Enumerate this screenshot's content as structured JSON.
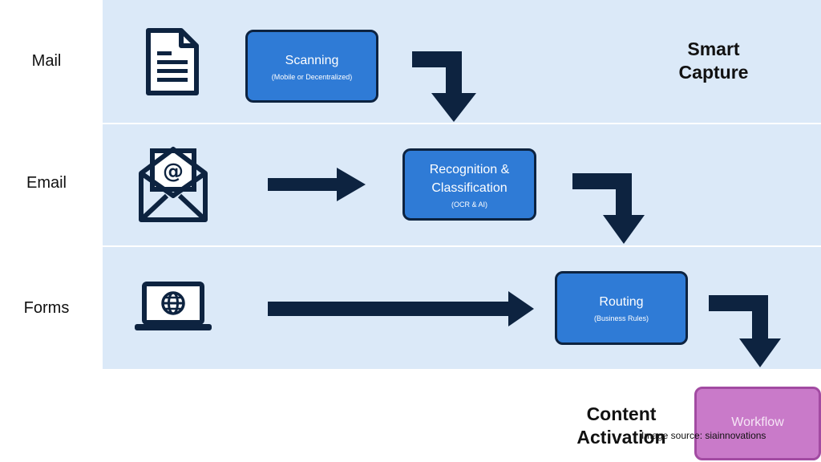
{
  "rows": {
    "mail": "Mail",
    "email": "Email",
    "forms": "Forms"
  },
  "icons": {
    "mail": "document-icon",
    "email": "envelope-at-icon",
    "forms": "laptop-globe-icon"
  },
  "steps": {
    "scanning": {
      "title": "Scanning",
      "subtitle": "(Mobile or Decentralized)"
    },
    "recognition": {
      "title_line1": "Recognition &",
      "title_line2": "Classification",
      "subtitle": "(OCR & AI)"
    },
    "routing": {
      "title": "Routing",
      "subtitle": "(Business Rules)"
    },
    "workflow": {
      "title": "Workflow"
    }
  },
  "sections": {
    "smart_capture": {
      "line1": "Smart",
      "line2": "Capture"
    },
    "content_activation": {
      "line1": "Content",
      "line2": "Activation"
    }
  },
  "watermark": "Image source: siainnovations",
  "colors": {
    "lane_background": "#dbe9f8",
    "step_fill": "#2f7bd6",
    "step_border": "#0d2340",
    "arrow": "#0d2340",
    "workflow_fill": "#c97ac9"
  }
}
